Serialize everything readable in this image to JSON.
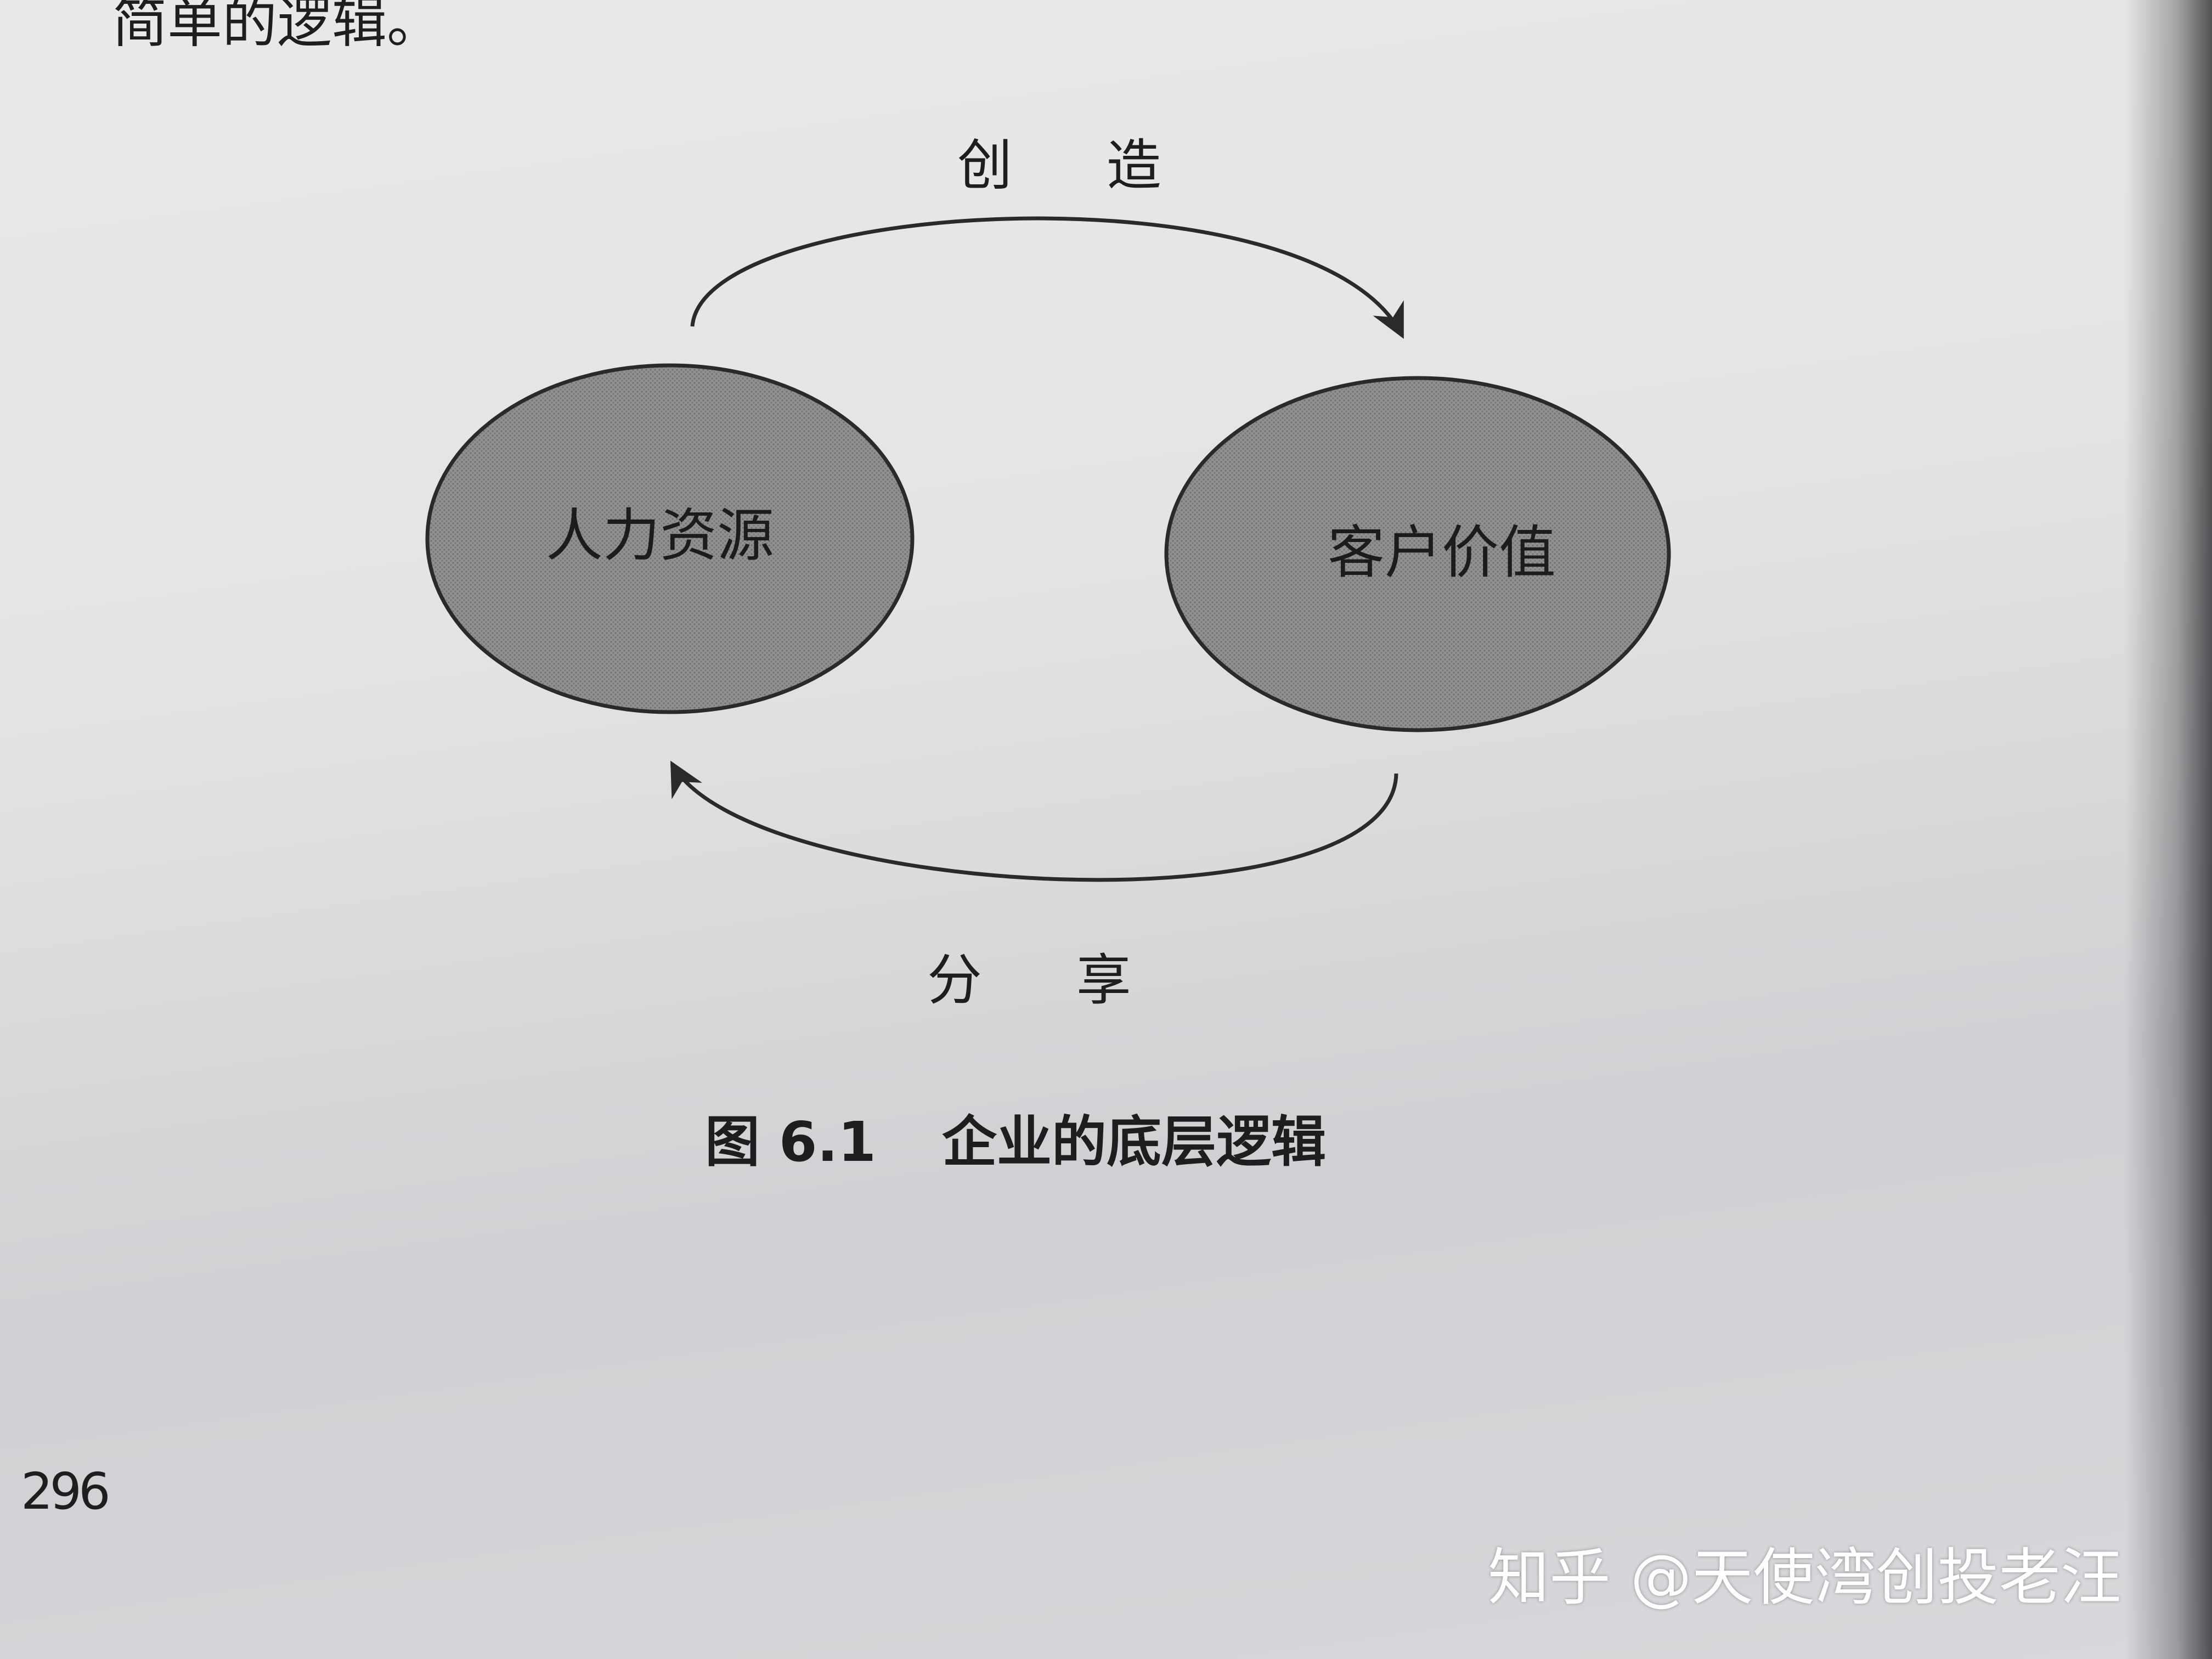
{
  "previous_text": "简单的逻辑。",
  "diagram": {
    "top_arrow_label": "创 造",
    "bottom_arrow_label": "分 享",
    "nodes": [
      {
        "label": "人力资源"
      },
      {
        "label": "客户价值"
      }
    ],
    "node_fill": "#8e8e8e",
    "stroke": "#2a2a2a"
  },
  "caption": {
    "number": "图 6.1",
    "title": "企业的底层逻辑"
  },
  "page_number": "296",
  "watermark": "知乎 @天使湾创投老汪"
}
